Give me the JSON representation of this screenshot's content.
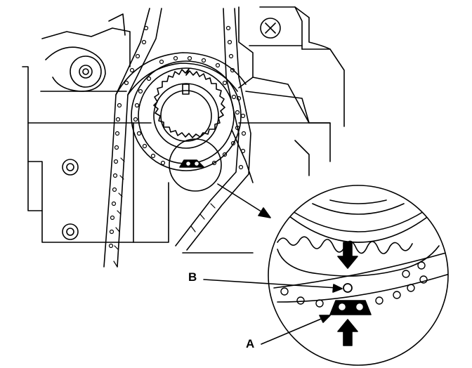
{
  "figure": {
    "callouts": [
      {
        "id": "B",
        "label": "B"
      },
      {
        "id": "A",
        "label": "A"
      }
    ],
    "colors": {
      "ink": "#000000",
      "paper": "#ffffff"
    }
  }
}
